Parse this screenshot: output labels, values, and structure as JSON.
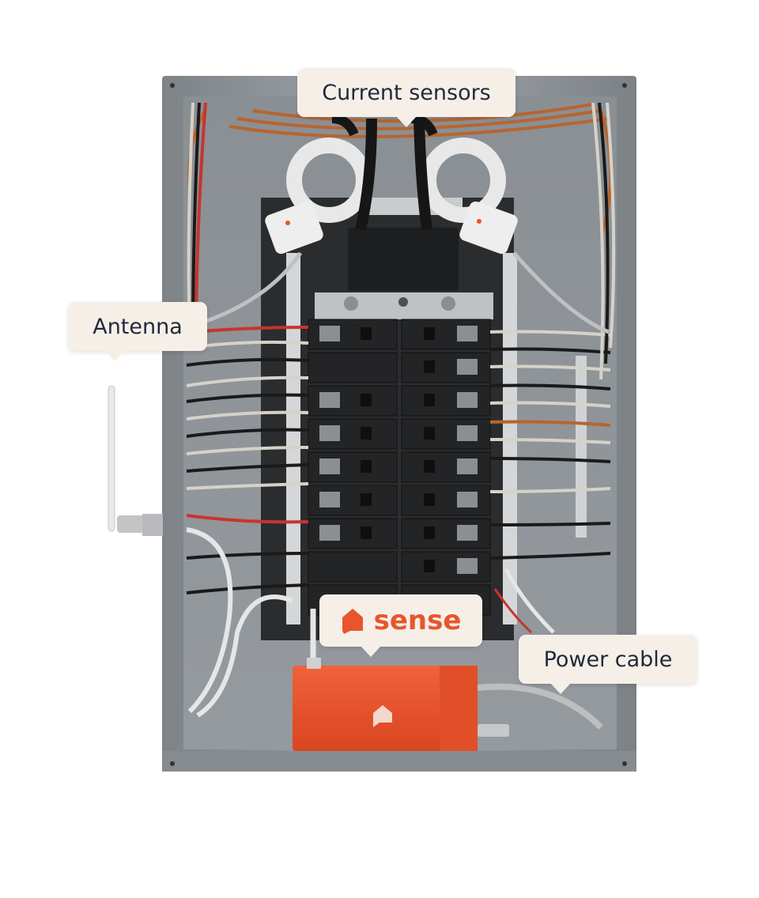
{
  "labels": {
    "current_sensors": "Current sensors",
    "antenna": "Antenna",
    "power_cable": "Power cable",
    "brand_name": "sense"
  },
  "colors": {
    "brand_orange": "#e8552c",
    "callout_bg": "#f6efe8",
    "panel_gray": "#8f9499",
    "breaker_black": "#242526"
  },
  "icons": {
    "brand_logo": "house-icon"
  }
}
